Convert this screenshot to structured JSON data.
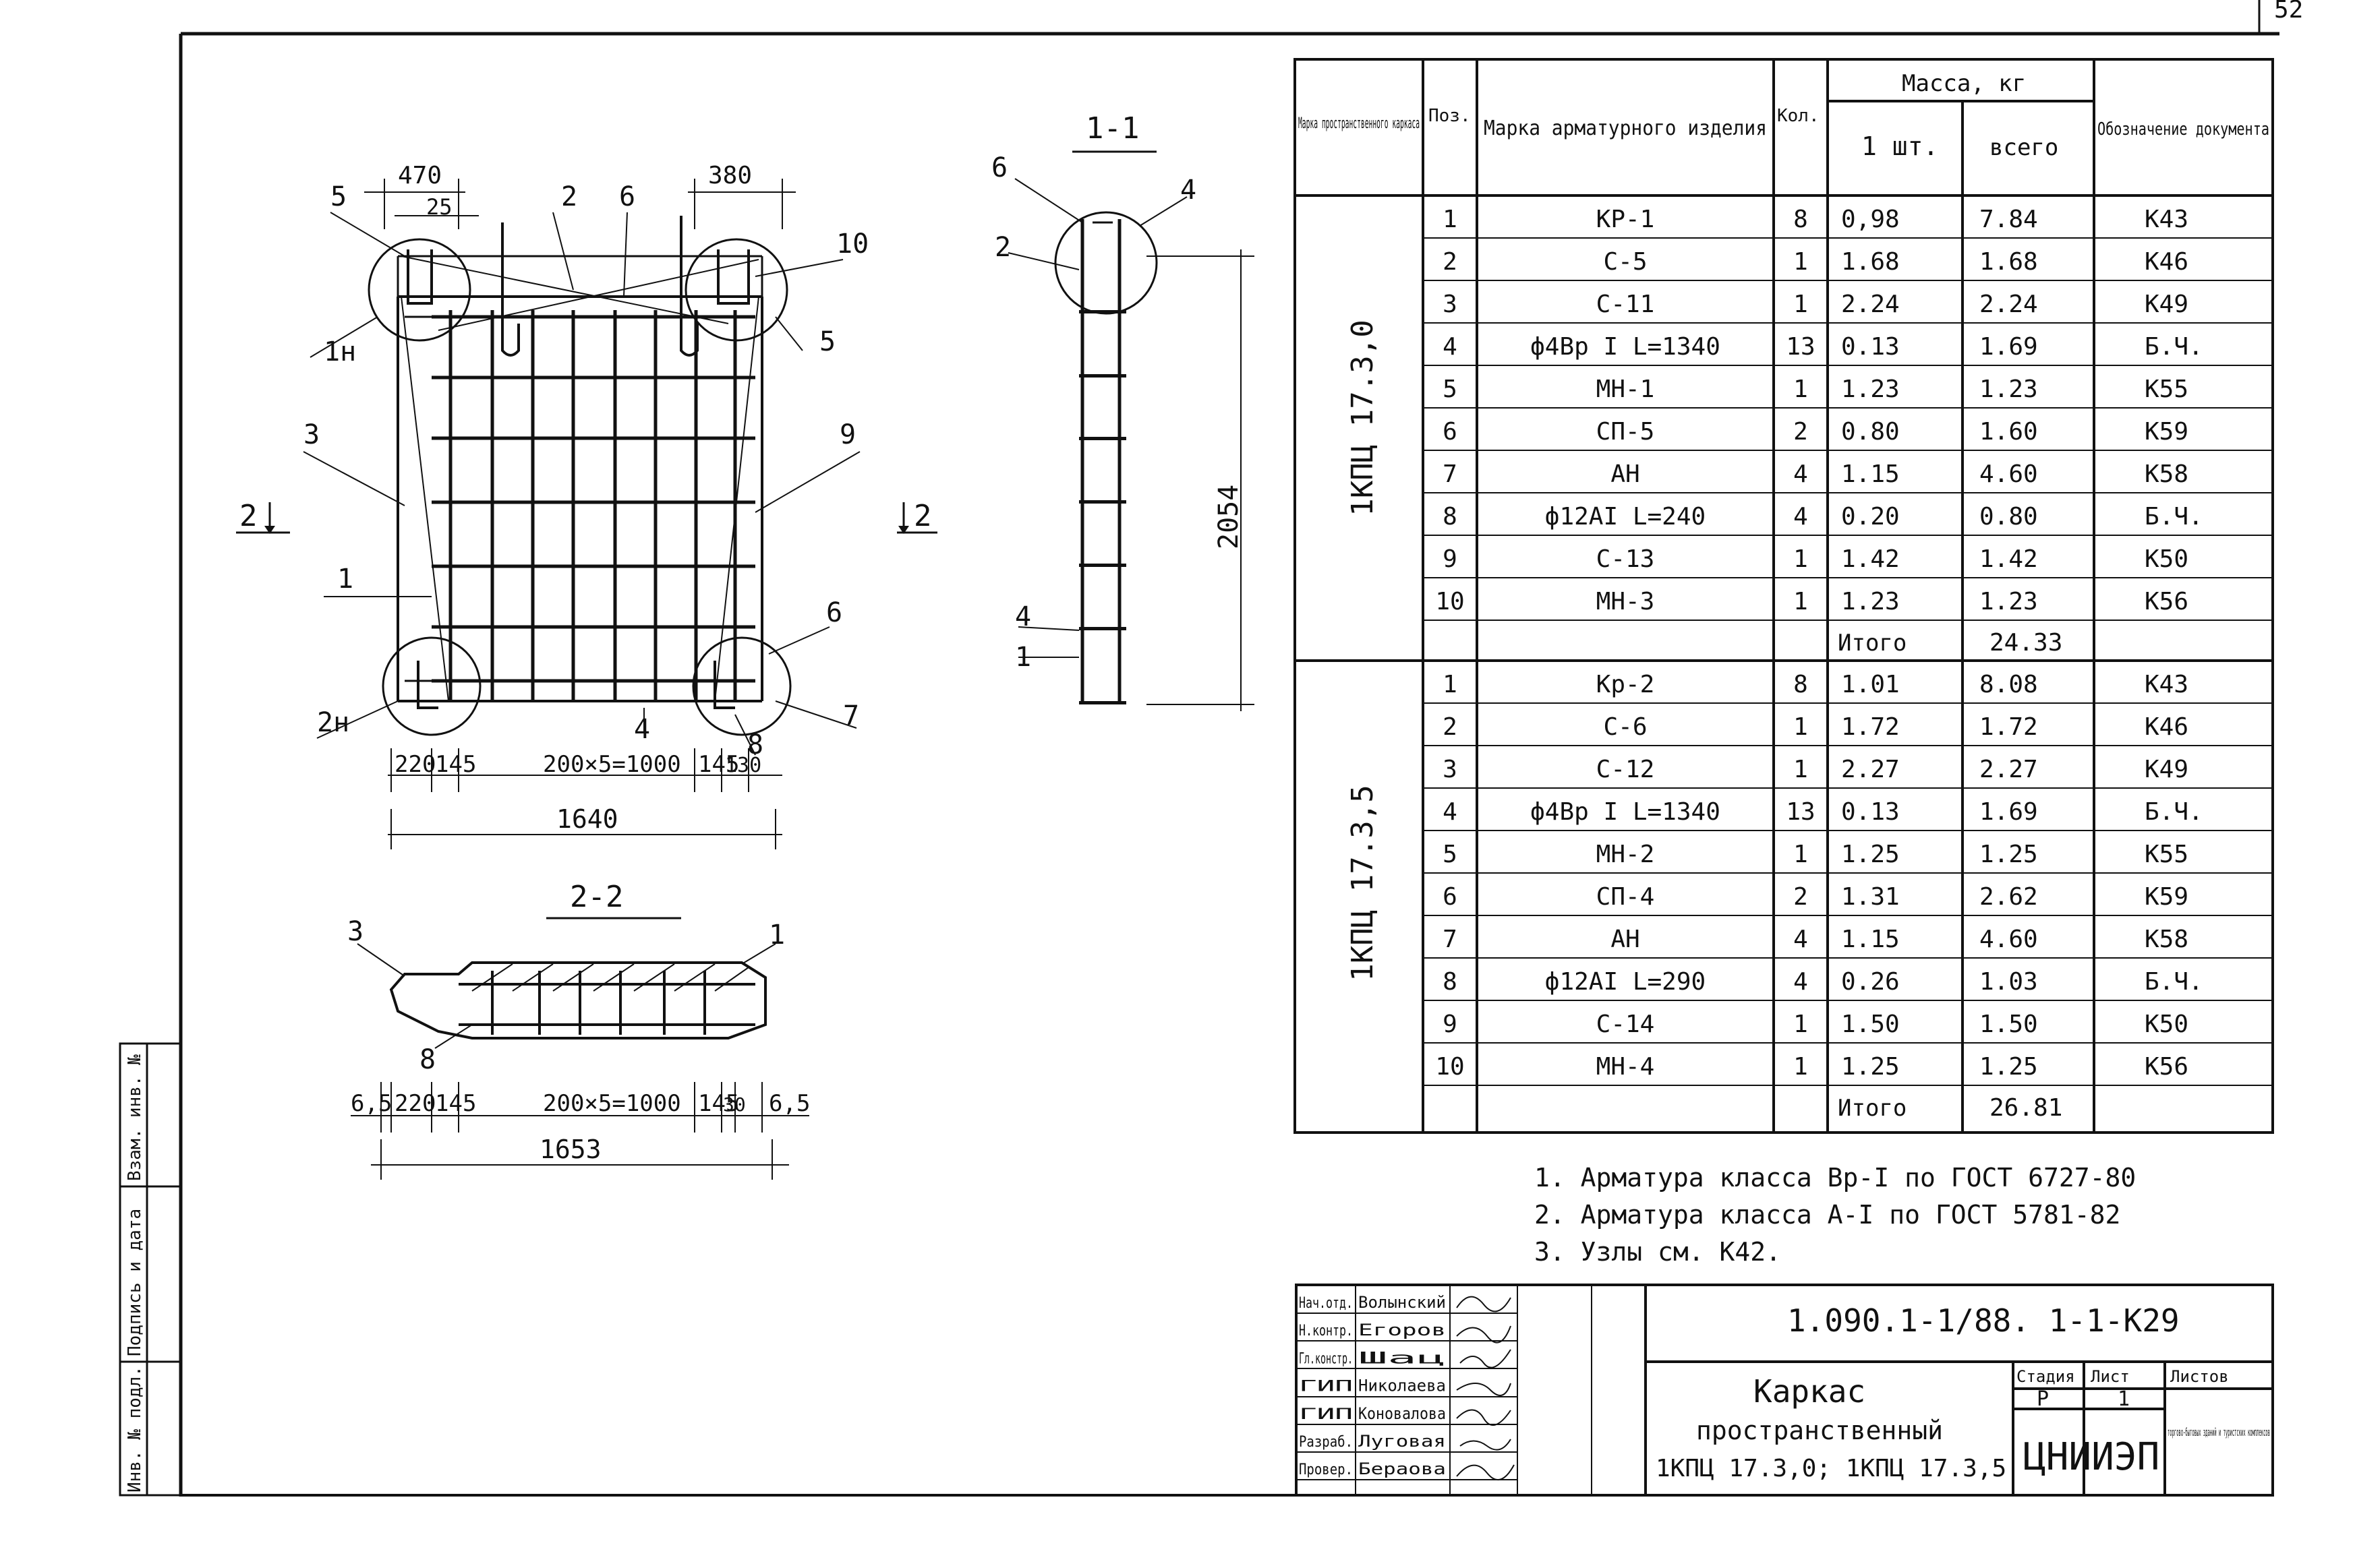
{
  "page_number": "52",
  "drawing": {
    "labels": {
      "d470": "470",
      "d25": "25",
      "d380": "380",
      "p5a": "5",
      "p2a": "2",
      "p6a": "6",
      "p10": "10",
      "p1n": "1н",
      "p5b": "5",
      "p3": "3",
      "p9": "9",
      "p1": "1",
      "p2n": "2н",
      "p4": "4",
      "p8": "8",
      "p7": "7",
      "p6b": "6",
      "cut2_left": "2",
      "cut2_right": "2",
      "d220": "220",
      "d145a": "145",
      "d200x5": "200×5=1000",
      "d145b": "145",
      "d130": "130",
      "d1640": "1640",
      "sec11_title": "1-1",
      "s11_p6": "6",
      "s11_p4": "4",
      "s11_p2": "2",
      "s11_p4b": "4",
      "s11_p1": "1",
      "d2054": "2054",
      "sec22_title": "2-2",
      "s22_p3": "3",
      "s22_p1": "1",
      "s22_p8": "8",
      "s22_d6_5a": "6,5",
      "s22_d220": "220",
      "s22_d145a": "145",
      "s22_d200x5": "200×5=1000",
      "s22_d145b": "145",
      "s22_d30": "30",
      "s22_d6_5b": "6,5",
      "s22_d1653": "1653"
    }
  },
  "table": {
    "headers": {
      "mark_space": "Марка пространственного каркаса",
      "pos": "Поз.",
      "mark_arm": "Марка арматурного изделия",
      "qty": "Кол.",
      "mass": "Масса, кг",
      "mass_one": "1 шт.",
      "mass_total": "всего",
      "doc": "Обозначение документа"
    },
    "groups": [
      {
        "name": "1КПЦ 17.3,0",
        "rows": [
          {
            "pos": "1",
            "mark": "КР-1",
            "qty": "8",
            "one": "0,98",
            "total": "7.84",
            "doc": "К43"
          },
          {
            "pos": "2",
            "mark": "С-5",
            "qty": "1",
            "one": "1.68",
            "total": "1.68",
            "doc": "К46"
          },
          {
            "pos": "3",
            "mark": "С-11",
            "qty": "1",
            "one": "2.24",
            "total": "2.24",
            "doc": "К49"
          },
          {
            "pos": "4",
            "mark": "ф4Вр I L=1340",
            "qty": "13",
            "one": "0.13",
            "total": "1.69",
            "doc": "Б.Ч."
          },
          {
            "pos": "5",
            "mark": "МН-1",
            "qty": "1",
            "one": "1.23",
            "total": "1.23",
            "doc": "К55"
          },
          {
            "pos": "6",
            "mark": "СП-5",
            "qty": "2",
            "one": "0.80",
            "total": "1.60",
            "doc": "К59"
          },
          {
            "pos": "7",
            "mark": "АН",
            "qty": "4",
            "one": "1.15",
            "total": "4.60",
            "doc": "К58"
          },
          {
            "pos": "8",
            "mark": "ф12АI L=240",
            "qty": "4",
            "one": "0.20",
            "total": "0.80",
            "doc": "Б.Ч."
          },
          {
            "pos": "9",
            "mark": "С-13",
            "qty": "1",
            "one": "1.42",
            "total": "1.42",
            "doc": "К50"
          },
          {
            "pos": "10",
            "mark": "МН-3",
            "qty": "1",
            "one": "1.23",
            "total": "1.23",
            "doc": "К56"
          }
        ],
        "total_label": "Итого",
        "total_value": "24.33"
      },
      {
        "name": "1КПЦ 17.3,5",
        "rows": [
          {
            "pos": "1",
            "mark": "Кр-2",
            "qty": "8",
            "one": "1.01",
            "total": "8.08",
            "doc": "К43"
          },
          {
            "pos": "2",
            "mark": "С-6",
            "qty": "1",
            "one": "1.72",
            "total": "1.72",
            "doc": "К46"
          },
          {
            "pos": "3",
            "mark": "С-12",
            "qty": "1",
            "one": "2.27",
            "total": "2.27",
            "doc": "К49"
          },
          {
            "pos": "4",
            "mark": "ф4Вр I L=1340",
            "qty": "13",
            "one": "0.13",
            "total": "1.69",
            "doc": "Б.Ч."
          },
          {
            "pos": "5",
            "mark": "МН-2",
            "qty": "1",
            "one": "1.25",
            "total": "1.25",
            "doc": "К55"
          },
          {
            "pos": "6",
            "mark": "СП-4",
            "qty": "2",
            "one": "1.31",
            "total": "2.62",
            "doc": "К59"
          },
          {
            "pos": "7",
            "mark": "АН",
            "qty": "4",
            "one": "1.15",
            "total": "4.60",
            "doc": "К58"
          },
          {
            "pos": "8",
            "mark": "ф12АI L=290",
            "qty": "4",
            "one": "0.26",
            "total": "1.03",
            "doc": "Б.Ч."
          },
          {
            "pos": "9",
            "mark": "С-14",
            "qty": "1",
            "one": "1.50",
            "total": "1.50",
            "doc": "К50"
          },
          {
            "pos": "10",
            "mark": "МН-4",
            "qty": "1",
            "one": "1.25",
            "total": "1.25",
            "doc": "К56"
          }
        ],
        "total_label": "Итого",
        "total_value": "26.81"
      }
    ]
  },
  "notes": [
    "1. Арматура класса Вр-I по ГОСТ 6727-80",
    "2. Арматура класса А-I по ГОСТ 5781-82",
    "3. Узлы см. К42."
  ],
  "stamp": {
    "code": "1.090.1-1/88. 1-1-К29",
    "title_line1": "Каркас",
    "title_line2": "пространственный",
    "title_line3": "1КПЦ 17.3,0; 1КПЦ 17.3,5",
    "stage_h": "Стадия",
    "sheet_h": "Лист",
    "sheets_h": "Листов",
    "stage": "Р",
    "sheet": "1",
    "org": "ЦНИИЭП",
    "org_dept": "торгово-бытовых зданий и туристских комплексов",
    "staff": [
      {
        "role": "Нач.отд.",
        "name": "Волынский"
      },
      {
        "role": "Н.контр.",
        "name": "Егоров"
      },
      {
        "role": "Гл.констр.",
        "name": "Шац"
      },
      {
        "role": "ГИП",
        "name": "Николаева"
      },
      {
        "role": "ГИП",
        "name": "Коновалова"
      },
      {
        "role": "Разраб.",
        "name": "Луговая"
      },
      {
        "role": "Провер.",
        "name": "Бераова"
      }
    ]
  },
  "side_stamp": {
    "c1": "Инв. № подл.",
    "c2": "Подпись и дата",
    "c3": "Взам. инв. №"
  }
}
